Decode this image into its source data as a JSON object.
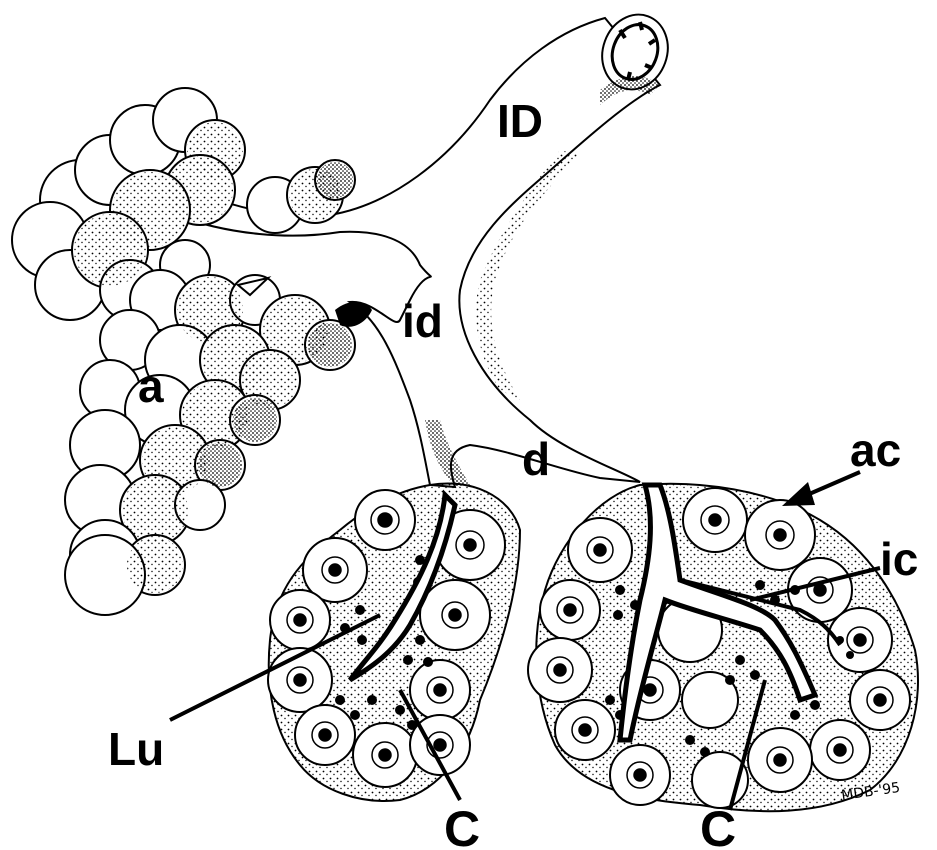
{
  "labels": {
    "interlobular_duct": "ID",
    "intralobular_duct": "id",
    "acini_left": "a",
    "intercalated_branch": "d",
    "acinus_cell": "ac",
    "intercalated_cell": "ic",
    "lumen": "Lu",
    "capillary_left": "C",
    "capillary_right": "C"
  },
  "signature": "MDB-'95"
}
